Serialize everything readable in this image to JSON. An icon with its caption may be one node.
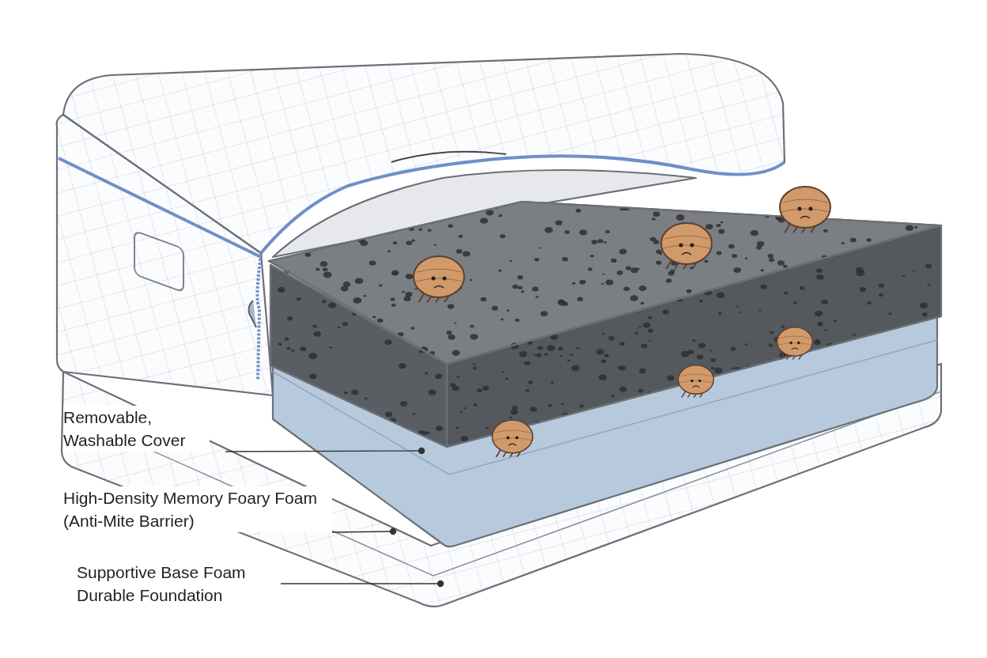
{
  "diagram": {
    "nodes": [
      {
        "text": [
          "Removable, Washable Cover"
        ]
      },
      {
        "text": [
          "High-Density Memory Foary Foam (Anti-Mite Barrier)"
        ]
      },
      {
        "text": [
          "Supportive Base Foam Durable Foundation"
        ]
      }
    ],
    "edges": [
      {
        "from": 0,
        "to": null,
        "arrow": "other"
      },
      {
        "from": 1,
        "to": null,
        "arrow": "other"
      },
      {
        "from": 2,
        "to": null,
        "arrow": "other"
      }
    ]
  }
}
